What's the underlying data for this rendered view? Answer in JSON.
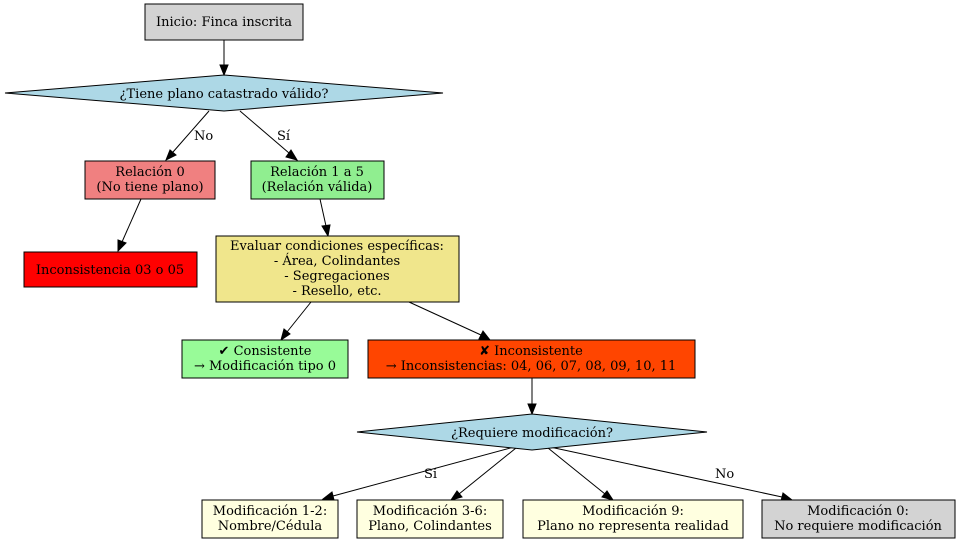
{
  "colors": {
    "start": "#d3d3d3",
    "decision": "#add8e6",
    "no_plan": "#f08080",
    "valid": "#90ee90",
    "error": "#ff0000",
    "evaluate": "#f0e68c",
    "consistent": "#98fb98",
    "inconsistent": "#ff4500",
    "modification": "#ffffe0",
    "no_modification": "#d3d3d3"
  },
  "nodes": {
    "start": {
      "lines": [
        "Inicio: Finca inscrita"
      ]
    },
    "has_plan": {
      "lines": [
        "¿Tiene plano catastrado válido?"
      ]
    },
    "relation_0": {
      "lines": [
        "Relación 0",
        "(No tiene plano)"
      ]
    },
    "relation_1_5": {
      "lines": [
        "Relación 1 a 5",
        "(Relación válida)"
      ]
    },
    "inconsistency_03_05": {
      "lines": [
        "Inconsistencia 03 o 05"
      ]
    },
    "evaluate": {
      "lines": [
        "Evaluar condiciones específicas:",
        "- Área, Colindantes",
        "- Segregaciones",
        "- Resello, etc."
      ]
    },
    "consistent": {
      "lines": [
        "✔ Consistente",
        "→ Modificación tipo 0"
      ]
    },
    "inconsistent": {
      "lines": [
        "✘ Inconsistente",
        "→ Inconsistencias: 04, 06, 07, 08, 09, 10, 11"
      ]
    },
    "requires_mod": {
      "lines": [
        "¿Requiere modificación?"
      ]
    },
    "mod_1_2": {
      "lines": [
        "Modificación 1-2:",
        "Nombre/Cédula"
      ]
    },
    "mod_3_6": {
      "lines": [
        "Modificación 3-6:",
        "Plano, Colindantes"
      ]
    },
    "mod_9": {
      "lines": [
        "Modificación 9:",
        "Plano no representa realidad"
      ]
    },
    "mod_0": {
      "lines": [
        "Modificación 0:",
        "No requiere modificación"
      ]
    }
  },
  "edge_labels": {
    "plan_no": "No",
    "plan_yes": "Sí",
    "mod_yes": "Sí",
    "mod_no": "No"
  }
}
